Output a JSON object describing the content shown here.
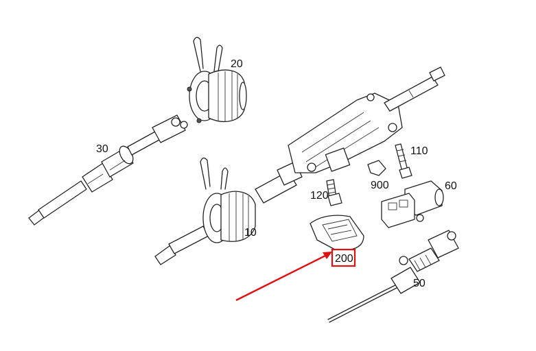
{
  "diagram": {
    "labels": {
      "l10": "10",
      "l20": "20",
      "l30": "30",
      "l50": "50",
      "l60": "60",
      "l110": "110",
      "l120": "120",
      "l200": "200",
      "l900": "900"
    },
    "highlight_color": "#e01010",
    "line_color": "#222222"
  }
}
